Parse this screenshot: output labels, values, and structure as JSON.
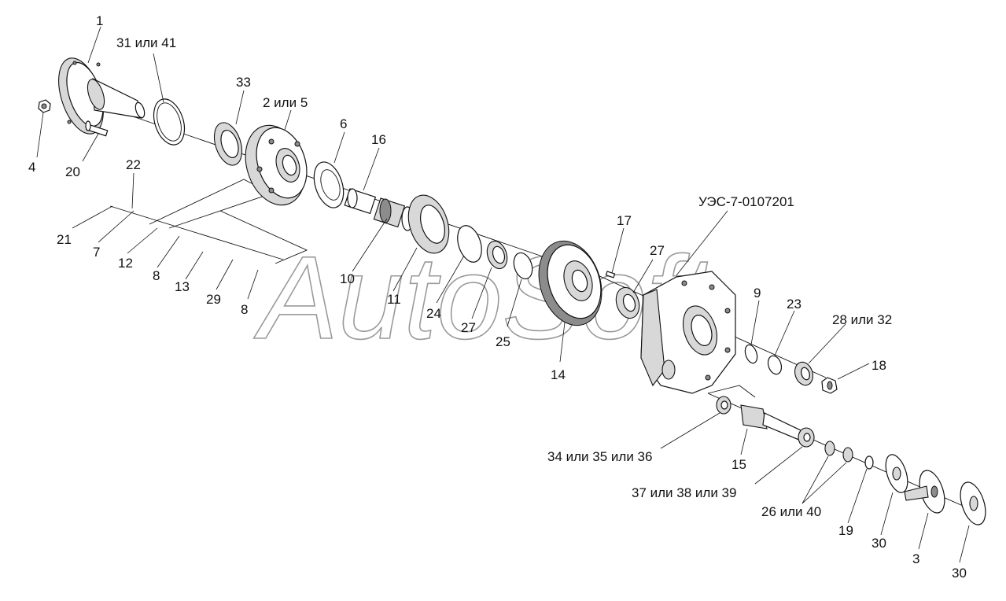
{
  "watermark": "AutoSoft",
  "assembly_label": "УЭС-7-0107201",
  "labels": {
    "l1": "1",
    "l31_41": "31 или 41",
    "l33": "33",
    "l2_5": "2 или 5",
    "l6": "6",
    "l16": "16",
    "l4": "4",
    "l20": "20",
    "l22": "22",
    "l21": "21",
    "l7": "7",
    "l12": "12",
    "l8a": "8",
    "l13": "13",
    "l29": "29",
    "l8b": "8",
    "l10": "10",
    "l11": "11",
    "l24": "24",
    "l27a": "27",
    "l25": "25",
    "l14": "14",
    "l17": "17",
    "l27b": "27",
    "l9": "9",
    "l23": "23",
    "l28_32": "28 или 32",
    "l18": "18",
    "l34_35_36": "34 или 35 или 36",
    "l15": "15",
    "l37_38_39": "37 или 38 или 39",
    "l26_40": "26 или 40",
    "l19": "19",
    "l30a": "30",
    "l3": "3",
    "l30b": "30"
  }
}
